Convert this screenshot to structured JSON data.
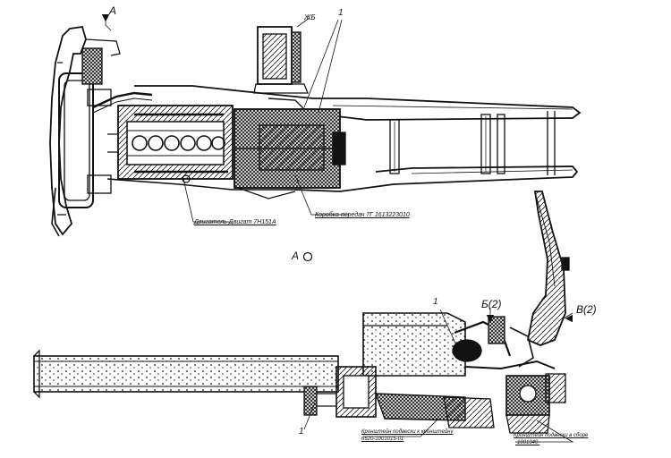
{
  "labels": {
    "view_a_mark": "A",
    "top_part_number": "1",
    "component_tag": "ЖБ",
    "engine_caption": "Двигатель Двигат 7Н151А",
    "gearbox_caption": "Коробка передач 7Г 1613223010",
    "view_a_center": "А",
    "mid_part_number": "1",
    "view_b_mark": "Б(2)",
    "view_v_mark": "В(2)",
    "bottom_part_number": "1",
    "bottom_caption_1a": "Кронштейн подвески к кронштейну",
    "bottom_caption_1b": "6520-1001015-01",
    "bottom_caption_2a": "Кронштейн подвески в сборе",
    "bottom_caption_2b": "-1001040-"
  },
  "colors": {
    "ink": "#111111",
    "paper": "#ffffff"
  }
}
